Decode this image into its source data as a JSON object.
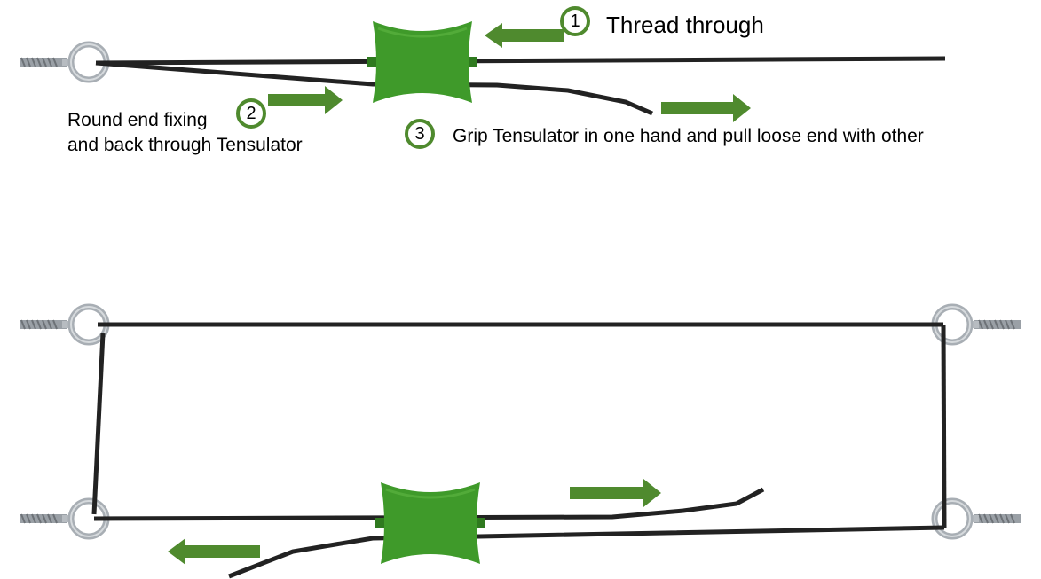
{
  "colors": {
    "accent_green": "#4f8a2e",
    "tensulator_green": "#3f9a2a",
    "wire": "#222222",
    "eye_metal": "#a8aeb4"
  },
  "steps": [
    {
      "number": "1",
      "text": "Thread through"
    },
    {
      "number": "2",
      "text_line1": "Round end fixing",
      "text_line2": "and back through Tensulator"
    },
    {
      "number": "3",
      "text": "Grip Tensulator in one hand and pull loose end with other"
    }
  ],
  "icons": [
    "eye-screw-icon",
    "tensulator-icon",
    "arrow-right-icon",
    "arrow-left-icon"
  ]
}
